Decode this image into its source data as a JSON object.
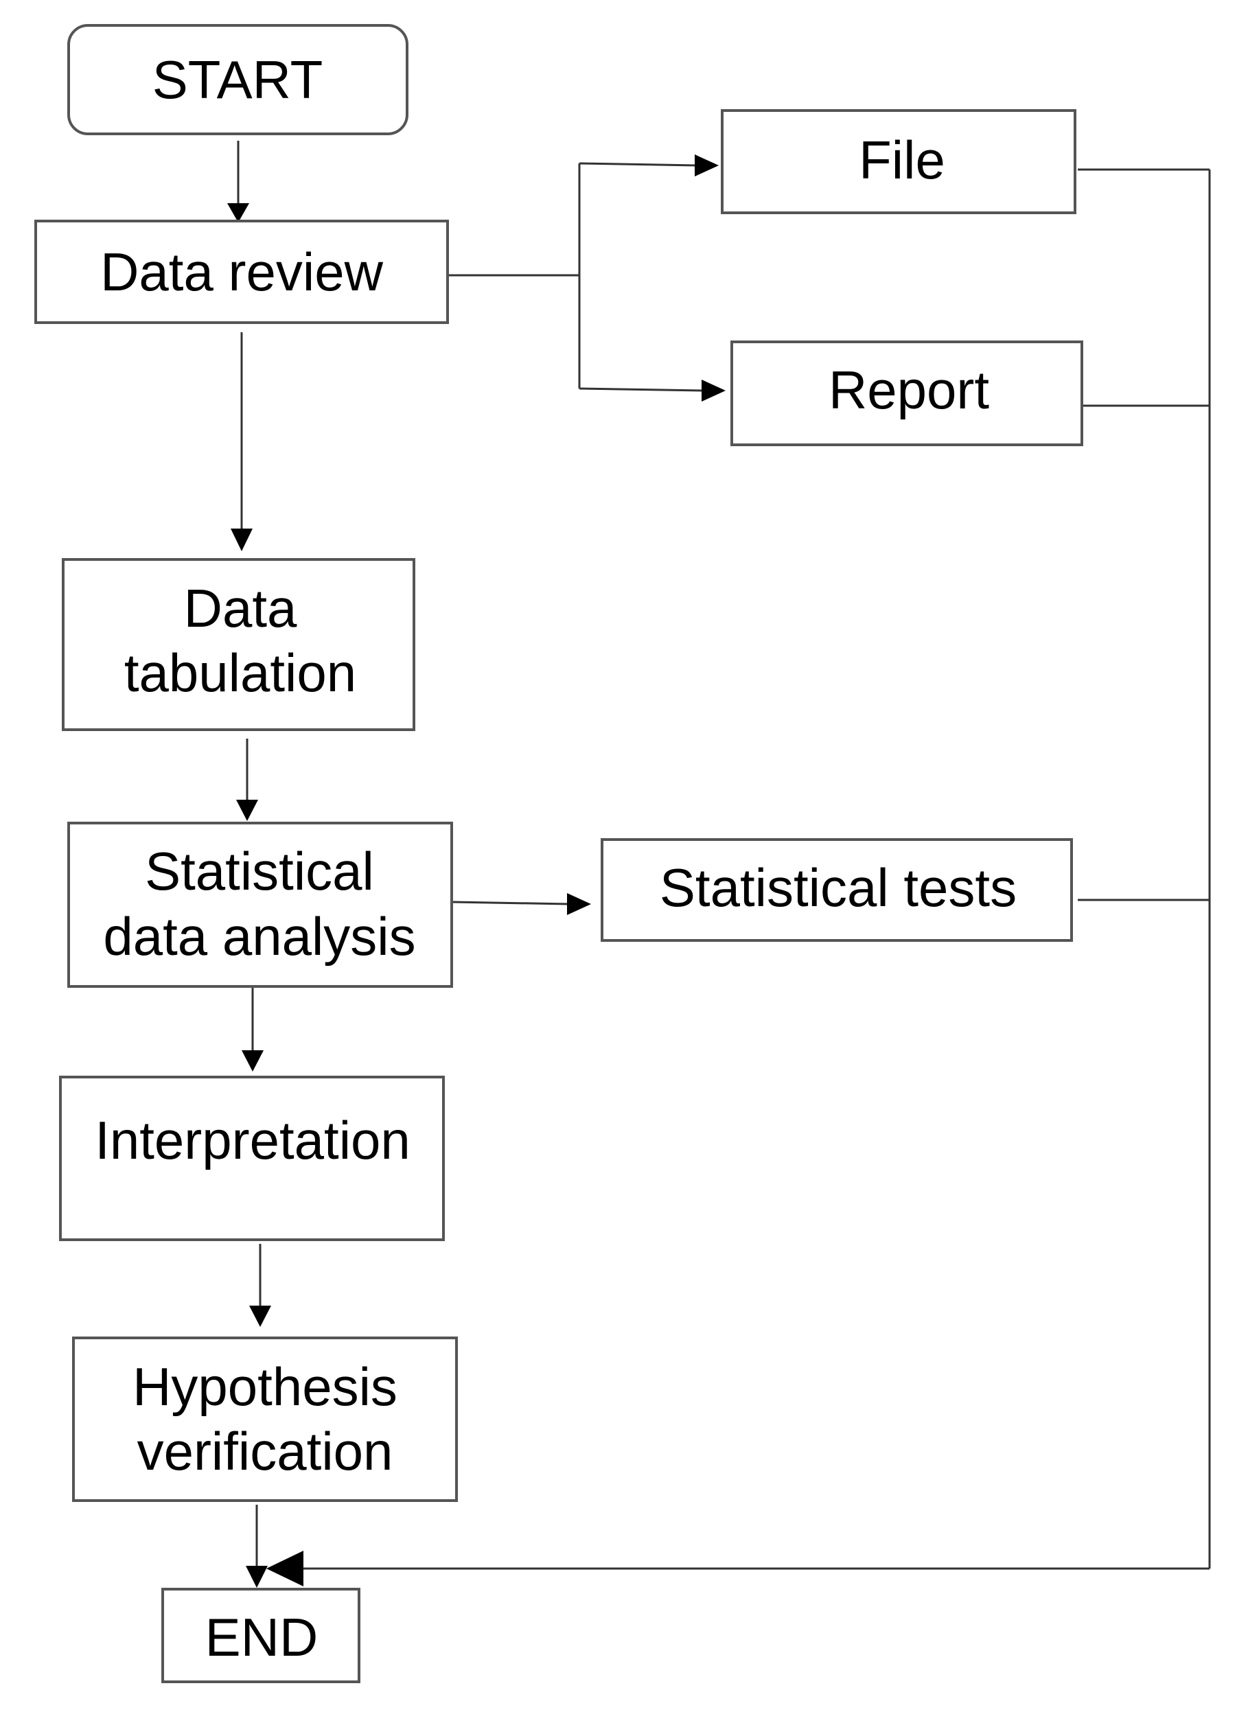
{
  "diagram": {
    "nodes": {
      "start": {
        "label": "START"
      },
      "data_review": {
        "label": "Data review"
      },
      "file": {
        "label": "File"
      },
      "report": {
        "label": "Report"
      },
      "data_tabulation": {
        "line1": "Data",
        "line2": "tabulation"
      },
      "statistical_analysis": {
        "line1": "Statistical",
        "line2": "data analysis"
      },
      "statistical_tests": {
        "label": "Statistical tests"
      },
      "interpretation": {
        "label": "Interpretation"
      },
      "hypothesis_verification": {
        "line1": "Hypothesis",
        "line2": "verification"
      },
      "end": {
        "label": "END"
      }
    },
    "edges": [
      {
        "from": "START",
        "to": "Data review"
      },
      {
        "from": "Data review",
        "to": "File"
      },
      {
        "from": "Data review",
        "to": "Report"
      },
      {
        "from": "Data review",
        "to": "Data tabulation"
      },
      {
        "from": "Data tabulation",
        "to": "Statistical data analysis"
      },
      {
        "from": "Statistical data analysis",
        "to": "Statistical tests"
      },
      {
        "from": "Statistical data analysis",
        "to": "Interpretation"
      },
      {
        "from": "Interpretation",
        "to": "Hypothesis verification"
      },
      {
        "from": "Hypothesis verification",
        "to": "END"
      },
      {
        "from": "File",
        "to": "END"
      },
      {
        "from": "Report",
        "to": "END"
      },
      {
        "from": "Statistical tests",
        "to": "END"
      }
    ]
  }
}
